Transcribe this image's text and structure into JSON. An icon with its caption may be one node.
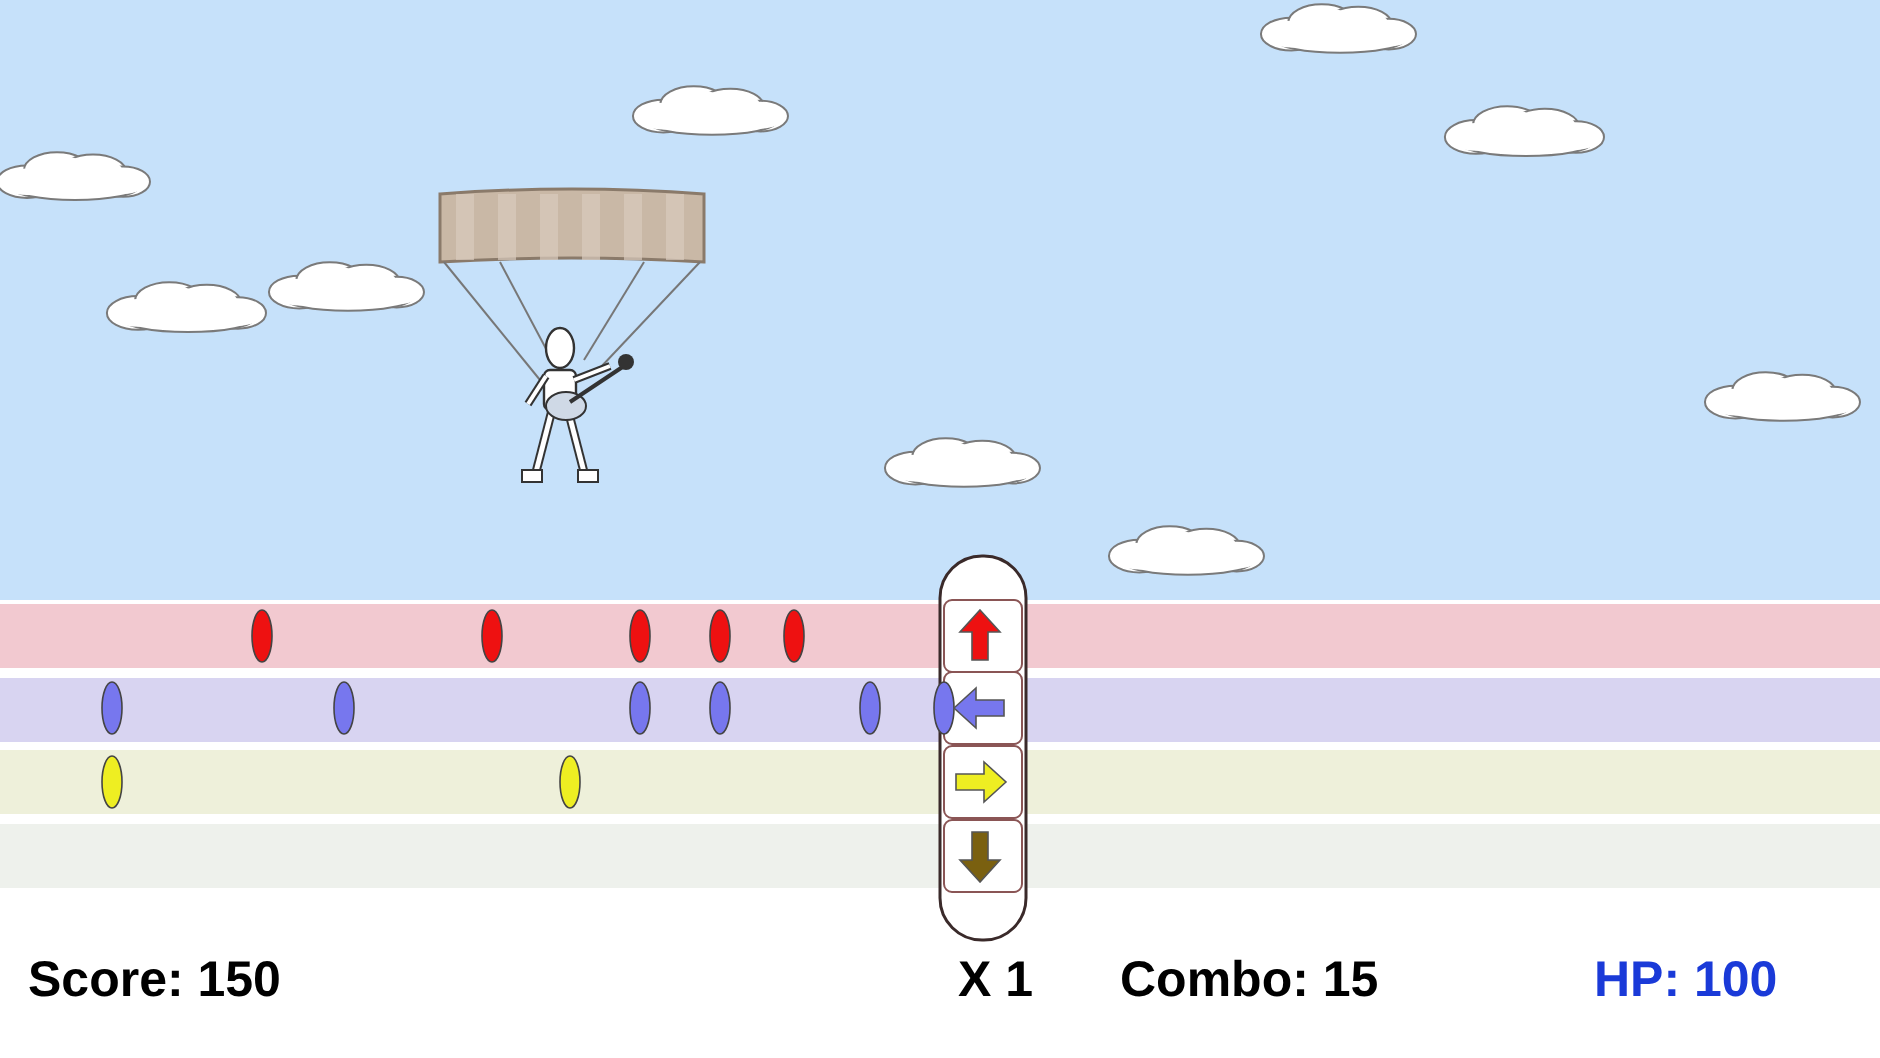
{
  "diagram": {
    "labels": [
      "Score: 150",
      "X 1",
      "Combo: 15",
      "HP: 100"
    ]
  }
}
